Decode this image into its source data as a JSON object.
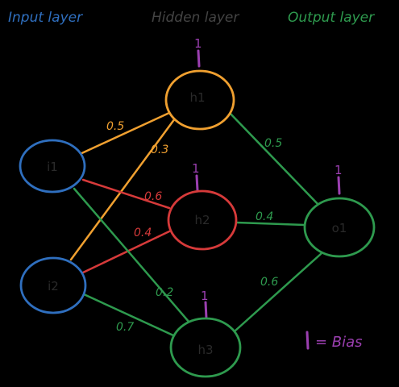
{
  "layers": {
    "input": "Input layer",
    "hidden": "Hidden layer",
    "output": "Output layer"
  },
  "nodes": {
    "i1": "i1",
    "i2": "i2",
    "h1": "h1",
    "h2": "h2",
    "h3": "h3",
    "o1": "o1"
  },
  "bias": {
    "h1": "1",
    "h2": "1",
    "h3": "1",
    "o1": "1"
  },
  "weights": {
    "i1_h1": "0.5",
    "i2_h1": "0.3",
    "i1_h2": "0.6",
    "i2_h2": "0.4",
    "i1_h3": "0.2",
    "i2_h3": "0.7",
    "h1_o1": "0.5",
    "h2_o1": "0.4",
    "h3_o1": "0.6"
  },
  "legend": "= Bias",
  "colors": {
    "input": "#2f6fbf",
    "hidden": "#444444",
    "output": "#2e9a4e",
    "orange": "#f0a030",
    "red": "#d63a3a",
    "green": "#2e9a4e",
    "bias": "#9b3fb0",
    "nodeText": "#2a2a2a"
  }
}
